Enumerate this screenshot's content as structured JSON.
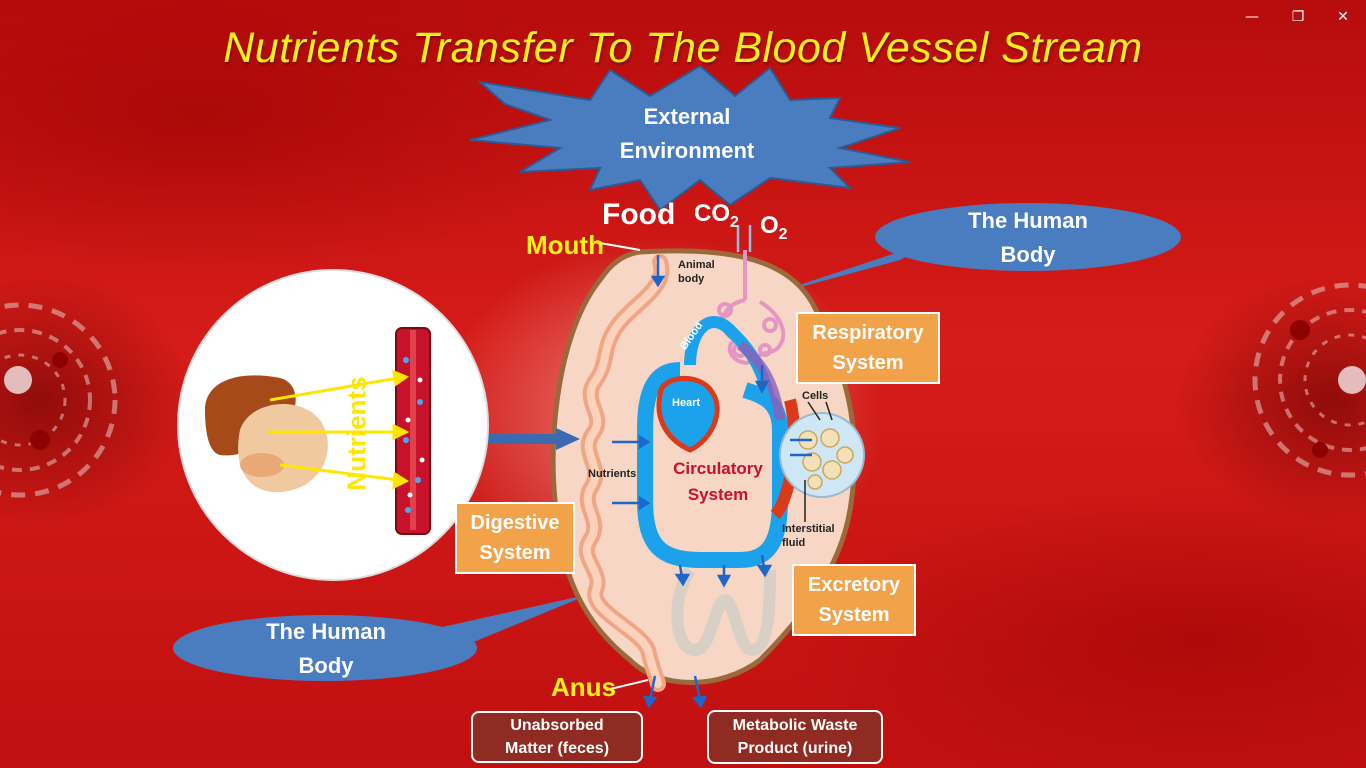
{
  "window_controls": {
    "minimize": "—",
    "restore": "❐",
    "close": "✕"
  },
  "title": "Nutrients Transfer To The Blood Vessel Stream",
  "external_environment": {
    "line1": "External",
    "line2": "Environment"
  },
  "inputs": {
    "food": "Food",
    "co2": "CO",
    "co2_sub": "2",
    "o2": "O",
    "o2_sub": "2"
  },
  "mouth": "Mouth",
  "anus": "Anus",
  "human_body_top": {
    "line1": "The Human",
    "line2": "Body"
  },
  "human_body_bottom": {
    "line1": "The Human",
    "line2": "Body"
  },
  "diagram_labels": {
    "animal_body": "Animal body",
    "blood": "Blood",
    "heart": "Heart",
    "cells": "Cells",
    "nutrients": "Nutrients",
    "circulatory_line1": "Circulatory",
    "circulatory_line2": "System",
    "interstitial_fluid": "Interstitial fluid"
  },
  "inset_label": "Nutrients",
  "systems": {
    "respiratory": {
      "line1": "Respiratory",
      "line2": "System"
    },
    "digestive": {
      "line1": "Digestive",
      "line2": "System"
    },
    "excretory": {
      "line1": "Excretory",
      "line2": "System"
    }
  },
  "outputs": {
    "feces": {
      "line1": "Unabsorbed",
      "line2": "Matter (feces)"
    },
    "urine": {
      "line1": "Metabolic Waste",
      "line2": "Product (urine)"
    }
  },
  "colors": {
    "background": "#c2100f",
    "title": "#ffef1a",
    "callout_blue": "#4a7cc0",
    "system_box": "#f2a34a",
    "output_box": "#8f2b22",
    "vessel_blue": "#1ba2ea",
    "vessel_red": "#d83a1a"
  },
  "icons": {
    "minimize": "minimize-icon",
    "restore": "restore-icon",
    "close": "close-icon"
  }
}
